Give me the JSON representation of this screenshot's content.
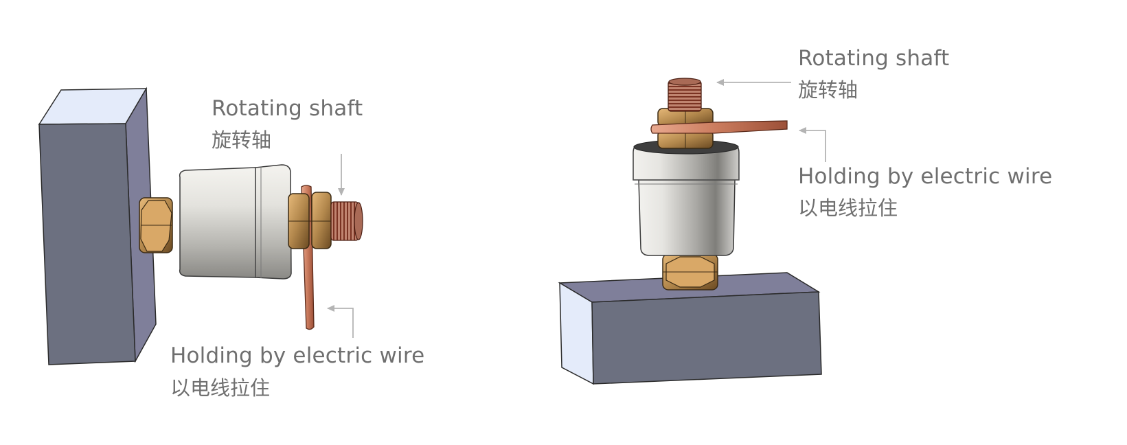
{
  "left_figure": {
    "shaft_label": {
      "en": "Rotating shaft",
      "zh": "旋转轴"
    },
    "wire_label": {
      "en": "Holding by electric wire",
      "zh": "以电线拉住"
    }
  },
  "right_figure": {
    "shaft_label": {
      "en": "Rotating shaft",
      "zh": "旋转轴"
    },
    "wire_label": {
      "en": "Holding by electric wire",
      "zh": "以电线拉住"
    }
  },
  "colors": {
    "block_front": "#6c7080",
    "block_side": "#7f7f9a",
    "block_top": "#e4ebfa",
    "cylinder": "#d7d6d1",
    "nut": "#b2874c",
    "copper_wire": "#d78d70",
    "shaft_thread": "#8a3c2c",
    "label_text": "#6f6f6f",
    "arrow": "#b4b4b4"
  }
}
